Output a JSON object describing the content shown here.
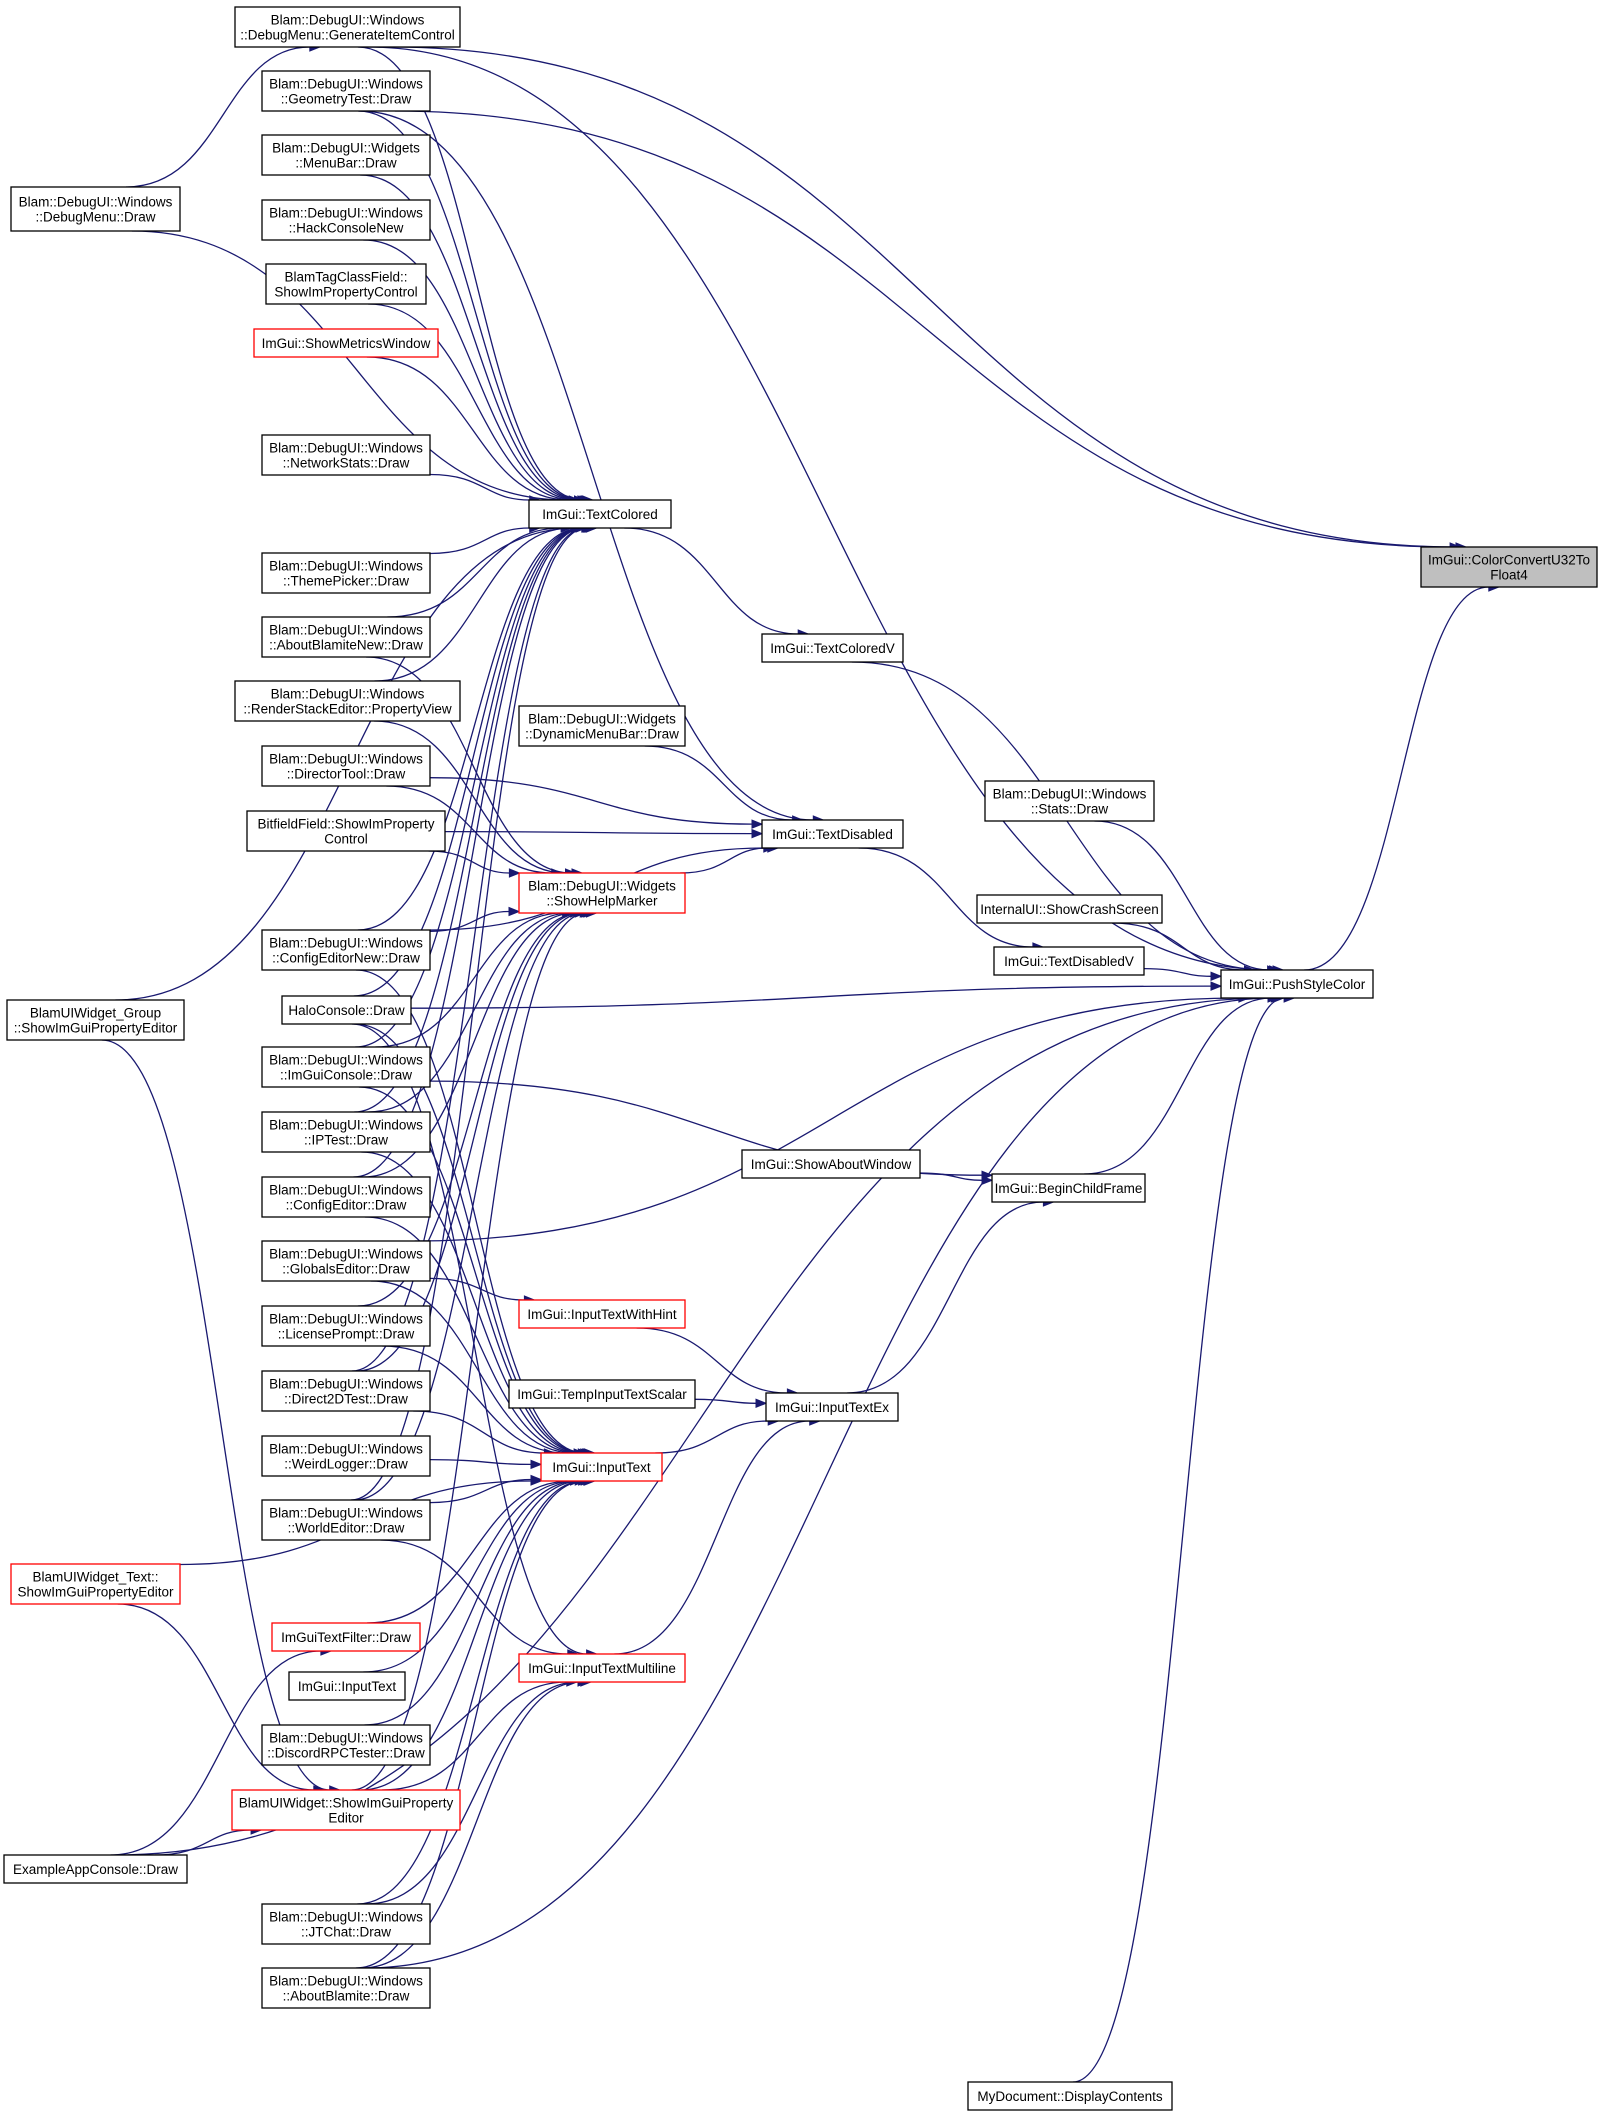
{
  "graph": {
    "title": "ImGui::ColorConvertU32ToFloat4 caller graph",
    "colors": {
      "edge": "#191970",
      "node_border": "#000000",
      "node_border_truncated": "#ff0000",
      "focus_fill": "#bfbfbf",
      "node_fill": "#ffffff"
    },
    "nodes": [
      {
        "id": "target",
        "lines": [
          "ImGui::ColorConvertU32To",
          "Float4"
        ],
        "style": "focus"
      },
      {
        "id": "push",
        "lines": [
          "ImGui::PushStyleColor"
        ],
        "style": "normal"
      },
      {
        "id": "gen",
        "lines": [
          "Blam::DebugUI::Windows",
          "::DebugMenu::GenerateItemControl"
        ],
        "style": "normal"
      },
      {
        "id": "dmenu",
        "lines": [
          "Blam::DebugUI::Windows",
          "::DebugMenu::Draw"
        ],
        "style": "normal"
      },
      {
        "id": "geom",
        "lines": [
          "Blam::DebugUI::Windows",
          "::GeometryTest::Draw"
        ],
        "style": "normal"
      },
      {
        "id": "menubar",
        "lines": [
          "Blam::DebugUI::Widgets",
          "::MenuBar::Draw"
        ],
        "style": "normal"
      },
      {
        "id": "hack",
        "lines": [
          "Blam::DebugUI::Windows",
          "::HackConsoleNew"
        ],
        "style": "normal"
      },
      {
        "id": "tagfield",
        "lines": [
          "BlamTagClassField::",
          "ShowImPropertyControl"
        ],
        "style": "normal"
      },
      {
        "id": "metrics",
        "lines": [
          "ImGui::ShowMetricsWindow"
        ],
        "style": "truncated"
      },
      {
        "id": "netstats",
        "lines": [
          "Blam::DebugUI::Windows",
          "::NetworkStats::Draw"
        ],
        "style": "normal"
      },
      {
        "id": "textcolored",
        "lines": [
          "ImGui::TextColored"
        ],
        "style": "normal"
      },
      {
        "id": "theme",
        "lines": [
          "Blam::DebugUI::Windows",
          "::ThemePicker::Draw"
        ],
        "style": "normal"
      },
      {
        "id": "aboutnew",
        "lines": [
          "Blam::DebugUI::Windows",
          "::AboutBlamiteNew::Draw"
        ],
        "style": "normal"
      },
      {
        "id": "textcoloredv",
        "lines": [
          "ImGui::TextColoredV"
        ],
        "style": "normal"
      },
      {
        "id": "render",
        "lines": [
          "Blam::DebugUI::Windows",
          "::RenderStackEditor::PropertyView"
        ],
        "style": "normal"
      },
      {
        "id": "dynmenu",
        "lines": [
          "Blam::DebugUI::Widgets",
          "::DynamicMenuBar::Draw"
        ],
        "style": "normal"
      },
      {
        "id": "director",
        "lines": [
          "Blam::DebugUI::Windows",
          "::DirectorTool::Draw"
        ],
        "style": "normal"
      },
      {
        "id": "stats",
        "lines": [
          "Blam::DebugUI::Windows",
          "::Stats::Draw"
        ],
        "style": "normal"
      },
      {
        "id": "bitfield",
        "lines": [
          "BitfieldField::ShowImProperty",
          "Control"
        ],
        "style": "normal"
      },
      {
        "id": "textdisabled",
        "lines": [
          "ImGui::TextDisabled"
        ],
        "style": "normal"
      },
      {
        "id": "helpmarker",
        "lines": [
          "Blam::DebugUI::Widgets",
          "::ShowHelpMarker"
        ],
        "style": "truncated"
      },
      {
        "id": "crash",
        "lines": [
          "InternalUI::ShowCrashScreen"
        ],
        "style": "normal"
      },
      {
        "id": "cfgnew",
        "lines": [
          "Blam::DebugUI::Windows",
          "::ConfigEditorNew::Draw"
        ],
        "style": "normal"
      },
      {
        "id": "textdisabledv",
        "lines": [
          "ImGui::TextDisabledV"
        ],
        "style": "normal"
      },
      {
        "id": "group",
        "lines": [
          "BlamUIWidget_Group",
          "::ShowImGuiPropertyEditor"
        ],
        "style": "normal"
      },
      {
        "id": "halo",
        "lines": [
          "HaloConsole::Draw"
        ],
        "style": "normal"
      },
      {
        "id": "imguiconsole",
        "lines": [
          "Blam::DebugUI::Windows",
          "::ImGuiConsole::Draw"
        ],
        "style": "normal"
      },
      {
        "id": "iptest",
        "lines": [
          "Blam::DebugUI::Windows",
          "::IPTest::Draw"
        ],
        "style": "normal"
      },
      {
        "id": "aboutwin",
        "lines": [
          "ImGui::ShowAboutWindow"
        ],
        "style": "normal"
      },
      {
        "id": "beginchild",
        "lines": [
          "ImGui::BeginChildFrame"
        ],
        "style": "normal"
      },
      {
        "id": "cfg",
        "lines": [
          "Blam::DebugUI::Windows",
          "::ConfigEditor::Draw"
        ],
        "style": "normal"
      },
      {
        "id": "globals",
        "lines": [
          "Blam::DebugUI::Windows",
          "::GlobalsEditor::Draw"
        ],
        "style": "normal"
      },
      {
        "id": "hint",
        "lines": [
          "ImGui::InputTextWithHint"
        ],
        "style": "truncated"
      },
      {
        "id": "license",
        "lines": [
          "Blam::DebugUI::Windows",
          "::LicensePrompt::Draw"
        ],
        "style": "normal"
      },
      {
        "id": "scalar",
        "lines": [
          "ImGui::TempInputTextScalar"
        ],
        "style": "normal"
      },
      {
        "id": "inputex",
        "lines": [
          "ImGui::InputTextEx"
        ],
        "style": "normal"
      },
      {
        "id": "d2d",
        "lines": [
          "Blam::DebugUI::Windows",
          "::Direct2DTest::Draw"
        ],
        "style": "normal"
      },
      {
        "id": "weird",
        "lines": [
          "Blam::DebugUI::Windows",
          "::WeirdLogger::Draw"
        ],
        "style": "normal"
      },
      {
        "id": "inputtext",
        "lines": [
          "ImGui::InputText"
        ],
        "style": "truncated"
      },
      {
        "id": "world",
        "lines": [
          "Blam::DebugUI::Windows",
          "::WorldEditor::Draw"
        ],
        "style": "normal"
      },
      {
        "id": "textw",
        "lines": [
          "BlamUIWidget_Text::",
          "ShowImGuiPropertyEditor"
        ],
        "style": "truncated"
      },
      {
        "id": "filter",
        "lines": [
          "ImGuiTextFilter::Draw"
        ],
        "style": "truncated"
      },
      {
        "id": "multiline",
        "lines": [
          "ImGui::InputTextMultiline"
        ],
        "style": "truncated"
      },
      {
        "id": "inputtext2",
        "lines": [
          "ImGui::InputText"
        ],
        "style": "normal"
      },
      {
        "id": "discord",
        "lines": [
          "Blam::DebugUI::Windows",
          "::DiscordRPCTester::Draw"
        ],
        "style": "normal"
      },
      {
        "id": "widget",
        "lines": [
          "BlamUIWidget::ShowImGuiProperty",
          "Editor"
        ],
        "style": "truncated"
      },
      {
        "id": "example",
        "lines": [
          "ExampleAppConsole::Draw"
        ],
        "style": "normal"
      },
      {
        "id": "jtchat",
        "lines": [
          "Blam::DebugUI::Windows",
          "::JTChat::Draw"
        ],
        "style": "normal"
      },
      {
        "id": "aboutblam",
        "lines": [
          "Blam::DebugUI::Windows",
          "::AboutBlamite::Draw"
        ],
        "style": "normal"
      },
      {
        "id": "mydoc",
        "lines": [
          "MyDocument::DisplayContents"
        ],
        "style": "normal"
      }
    ],
    "edges": [
      [
        "push",
        "target"
      ],
      [
        "gen",
        "target"
      ],
      [
        "geom",
        "target"
      ],
      [
        "textcolored",
        "textcoloredv"
      ],
      [
        "textcoloredv",
        "push"
      ],
      [
        "textdisabled",
        "textdisabledv"
      ],
      [
        "textdisabledv",
        "push"
      ],
      [
        "stats",
        "push"
      ],
      [
        "crash",
        "push"
      ],
      [
        "beginchild",
        "push"
      ],
      [
        "halo",
        "push"
      ],
      [
        "gen",
        "push"
      ],
      [
        "mydoc",
        "push"
      ],
      [
        "example",
        "push"
      ],
      [
        "aboutblam",
        "push"
      ],
      [
        "globals",
        "push"
      ],
      [
        "dmenu",
        "gen"
      ],
      [
        "dmenu",
        "textcolored"
      ],
      [
        "gen",
        "textcolored"
      ],
      [
        "geom",
        "textcolored"
      ],
      [
        "menubar",
        "textcolored"
      ],
      [
        "hack",
        "textcolored"
      ],
      [
        "tagfield",
        "textcolored"
      ],
      [
        "metrics",
        "textcolored"
      ],
      [
        "netstats",
        "textcolored"
      ],
      [
        "theme",
        "textcolored"
      ],
      [
        "aboutnew",
        "textcolored"
      ],
      [
        "render",
        "textcolored"
      ],
      [
        "cfgnew",
        "textcolored"
      ],
      [
        "halo",
        "textcolored"
      ],
      [
        "imguiconsole",
        "textcolored"
      ],
      [
        "iptest",
        "textcolored"
      ],
      [
        "cfg",
        "textcolored"
      ],
      [
        "d2d",
        "textcolored"
      ],
      [
        "world",
        "textcolored"
      ],
      [
        "group",
        "textcolored"
      ],
      [
        "geom",
        "textdisabled"
      ],
      [
        "dynmenu",
        "textdisabled"
      ],
      [
        "director",
        "textdisabled"
      ],
      [
        "bitfield",
        "textdisabled"
      ],
      [
        "helpmarker",
        "textdisabled"
      ],
      [
        "cfgnew",
        "textdisabled"
      ],
      [
        "director",
        "helpmarker"
      ],
      [
        "bitfield",
        "helpmarker"
      ],
      [
        "aboutnew",
        "helpmarker"
      ],
      [
        "render",
        "helpmarker"
      ],
      [
        "cfgnew",
        "helpmarker"
      ],
      [
        "imguiconsole",
        "helpmarker"
      ],
      [
        "iptest",
        "helpmarker"
      ],
      [
        "cfg",
        "helpmarker"
      ],
      [
        "license",
        "helpmarker"
      ],
      [
        "d2d",
        "helpmarker"
      ],
      [
        "world",
        "helpmarker"
      ],
      [
        "widget",
        "helpmarker"
      ],
      [
        "imguiconsole",
        "beginchild"
      ],
      [
        "aboutwin",
        "beginchild"
      ],
      [
        "inputex",
        "beginchild"
      ],
      [
        "globals",
        "hint"
      ],
      [
        "hint",
        "inputex"
      ],
      [
        "scalar",
        "inputex"
      ],
      [
        "inputtext",
        "inputex"
      ],
      [
        "multiline",
        "inputex"
      ],
      [
        "cfgnew",
        "inputtext"
      ],
      [
        "halo",
        "inputtext"
      ],
      [
        "imguiconsole",
        "inputtext"
      ],
      [
        "iptest",
        "inputtext"
      ],
      [
        "cfg",
        "inputtext"
      ],
      [
        "globals",
        "inputtext"
      ],
      [
        "license",
        "inputtext"
      ],
      [
        "d2d",
        "inputtext"
      ],
      [
        "weird",
        "inputtext"
      ],
      [
        "world",
        "inputtext"
      ],
      [
        "textw",
        "inputtext"
      ],
      [
        "filter",
        "inputtext"
      ],
      [
        "inputtext2",
        "inputtext"
      ],
      [
        "discord",
        "inputtext"
      ],
      [
        "widget",
        "inputtext"
      ],
      [
        "jtchat",
        "inputtext"
      ],
      [
        "aboutblam",
        "inputtext"
      ],
      [
        "example",
        "filter"
      ],
      [
        "world",
        "multiline"
      ],
      [
        "halo",
        "multiline"
      ],
      [
        "widget",
        "multiline"
      ],
      [
        "jtchat",
        "multiline"
      ],
      [
        "aboutblam",
        "multiline"
      ],
      [
        "group",
        "widget"
      ],
      [
        "textw",
        "widget"
      ],
      [
        "example",
        "widget"
      ]
    ]
  }
}
